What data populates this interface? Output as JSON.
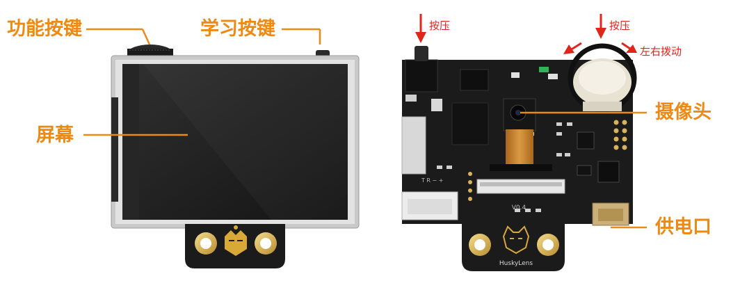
{
  "front_labels": {
    "function_key": "功能按键",
    "learn_key": "学习按键",
    "screen": "屏幕"
  },
  "back_labels": {
    "press_left": "按压",
    "press_right": "按压",
    "toggle": "左右拨动",
    "camera": "摄像头",
    "power": "供电口"
  },
  "board_text": {
    "version": "V0.4",
    "brand": "HuskyLens",
    "pin_marks": "T  R  −  +"
  },
  "colors": {
    "label_orange": "#ee8a13",
    "arrow_red": "#e0251b",
    "pcb_black": "#1b1b1b",
    "pad_gold": "#d8b35a"
  }
}
